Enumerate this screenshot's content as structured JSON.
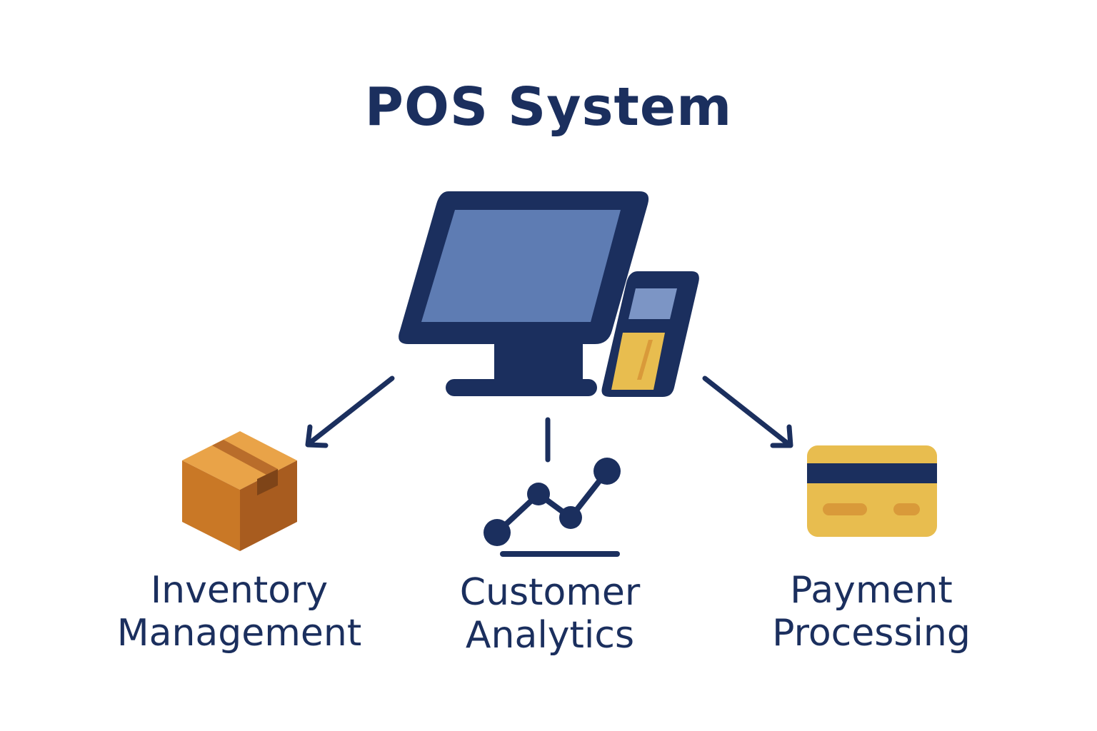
{
  "title": "POS System",
  "nodes": {
    "inventory": {
      "line1": "Inventory",
      "line2": "Management",
      "icon": "box-icon"
    },
    "analytics": {
      "line1": "Customer",
      "line2": "Analytics",
      "icon": "line-chart-icon"
    },
    "payment": {
      "line1": "Payment",
      "line2": "Processing",
      "icon": "credit-card-icon"
    }
  },
  "center_icon": "pos-terminal-icon",
  "colors": {
    "navy": "#1b2f5e",
    "screen_blue": "#5e7cb3",
    "card_gold": "#e8bd4f",
    "card_stripe_accent": "#d99a3a",
    "box_light": "#e49a3c",
    "box_dark": "#b46a24"
  }
}
